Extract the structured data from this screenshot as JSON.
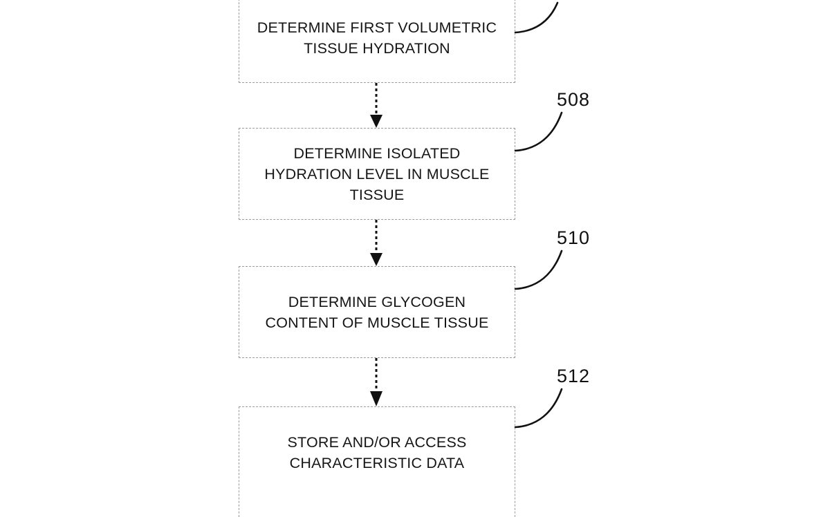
{
  "figure": {
    "type": "patent-flowchart",
    "background_color": "#ffffff",
    "box_border_color": "#9a9a9a",
    "line_color": "#101010",
    "text_color": "#151515",
    "boxes": [
      {
        "id": "hydration",
        "text": "DETERMINE FIRST VOLUMETRIC\nTISSUE HYDRATION",
        "cropped": "top"
      },
      {
        "id": "isolated",
        "text": "DETERMINE ISOLATED\nHYDRATION LEVEL IN MUSCLE\nTISSUE",
        "reference": "508"
      },
      {
        "id": "glycogen",
        "text": "DETERMINE GLYCOGEN\nCONTENT OF MUSCLE TISSUE",
        "reference": "510"
      },
      {
        "id": "store",
        "text": "STORE AND/OR ACCESS\nCHARACTERISTIC DATA",
        "reference": "512",
        "cropped": "bottom"
      }
    ],
    "reference_numerals": {
      "box2": "508",
      "box3": "510",
      "box4": "512"
    },
    "connectors": [
      {
        "from": "hydration",
        "to": "isolated",
        "style": "dashed-arrow"
      },
      {
        "from": "isolated",
        "to": "glycogen",
        "style": "dashed-arrow"
      },
      {
        "from": "glycogen",
        "to": "store",
        "style": "dashed-arrow"
      }
    ]
  }
}
